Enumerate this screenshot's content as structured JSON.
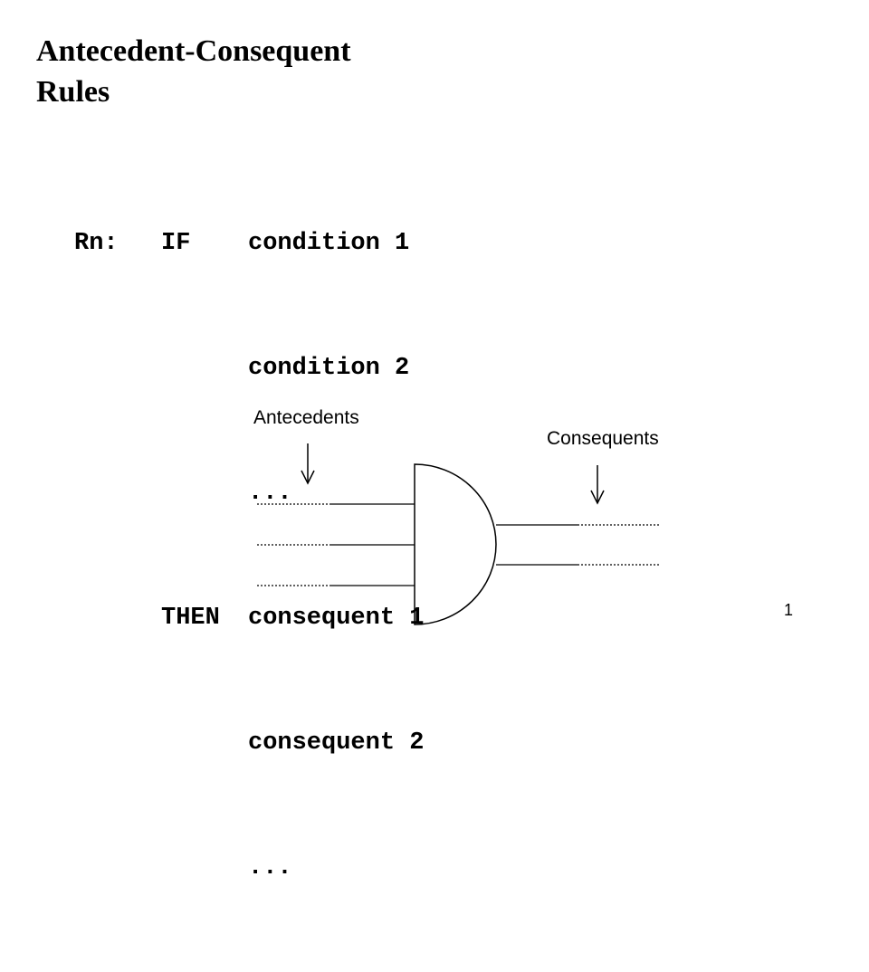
{
  "slide": {
    "title_line1": "Antecedent-Consequent",
    "title_line2": "Rules",
    "rule": {
      "label": "Rn:",
      "rows": [
        {
          "keyword": "IF",
          "text": "condition 1"
        },
        {
          "keyword": "",
          "text": "condition 2"
        },
        {
          "keyword": "",
          "text": "..."
        },
        {
          "keyword": "THEN",
          "text": "consequent 1"
        },
        {
          "keyword": "",
          "text": "consequent 2"
        },
        {
          "keyword": "",
          "text": "..."
        }
      ]
    },
    "diagram": {
      "antecedents_label": "Antecedents",
      "consequents_label": "Consequents"
    },
    "page_number": "1"
  }
}
